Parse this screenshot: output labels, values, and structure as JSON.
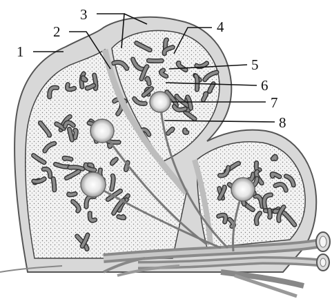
{
  "labels": {
    "l1": "1",
    "l2": "2",
    "l3": "3",
    "l4": "4",
    "l5": "5",
    "l6": "6",
    "l7": "7",
    "l8": "8"
  },
  "colors": {
    "capsule": "#d8d8d8",
    "capsule_line": "#555555",
    "tissue": "#efefef",
    "cords": "#8c8c8c",
    "cord_line": "#333333",
    "nodule": "#f2f2f2",
    "vessel": "#9a9a9a"
  }
}
